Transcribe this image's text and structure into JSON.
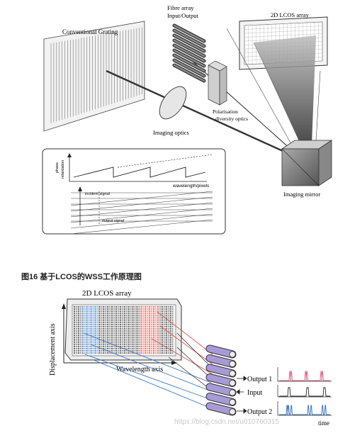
{
  "top_diagram": {
    "grating_label": "Conventional Grating",
    "fibre_label_1": "Fibre array",
    "fibre_label_2": "Input/Output",
    "lcos_label": "2D LCOS array",
    "polarisation_label_1": "Polarisation",
    "polarisation_label_2": "diversity optics",
    "imaging_optics_label": "Imaging optics",
    "imaging_mirror_label": "Imaging mirror",
    "inset": {
      "phase_axis_1": "phase",
      "phase_axis_2": "retardation",
      "wavelength_axis": "wavelength/pixels",
      "incident_signal": "incident signal",
      "output_signal": "output signal"
    }
  },
  "caption": "图16 基于LCOS的WSS工作原理图",
  "bottom_diagram": {
    "lcos_label": "2D LCOS array",
    "displacement_axis": "Displacement axis",
    "wavelength_axis": "Wavelength axis",
    "output1": "Output 1",
    "input": "Input",
    "output2": "Output 2",
    "time_label": "time",
    "colors": {
      "red": "#d9534a",
      "blue": "#3a78c2",
      "purple": "#a89ad6",
      "pink": "#e06a8a"
    }
  },
  "watermark": "https://blog.csdn.net/u010760315"
}
